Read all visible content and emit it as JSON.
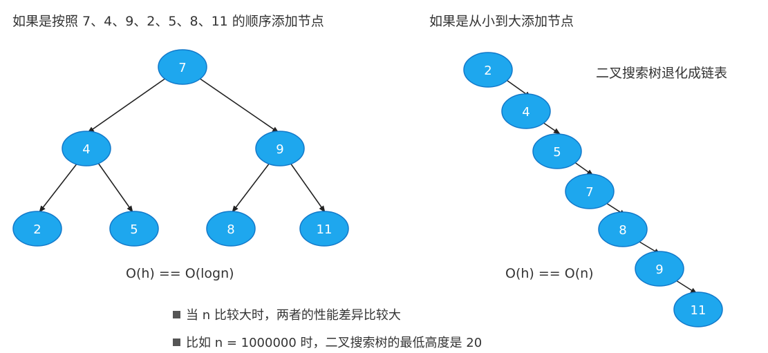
{
  "left": {
    "title": "如果是按照 7、4、9、2、5、8、11 的顺序添加节点",
    "complexity": "O(h) == O(logn)",
    "nodes": {
      "n7": "7",
      "n4": "4",
      "n9": "9",
      "n2": "2",
      "n5": "5",
      "n8": "8",
      "n11": "11"
    }
  },
  "right": {
    "title": "如果是从小到大添加节点",
    "degenerate_label": "二叉搜索树退化成链表",
    "complexity": "O(h) == O(n)",
    "chain": [
      "2",
      "4",
      "5",
      "7",
      "8",
      "9",
      "11"
    ]
  },
  "notes": [
    "当 n 比较大时，两者的性能差异比较大",
    "比如 n = 1000000 时，二叉搜索树的最低高度是 20"
  ],
  "colors": {
    "node_fill": "#1ea7ee",
    "node_stroke": "#1278c9",
    "edge": "#222222"
  }
}
